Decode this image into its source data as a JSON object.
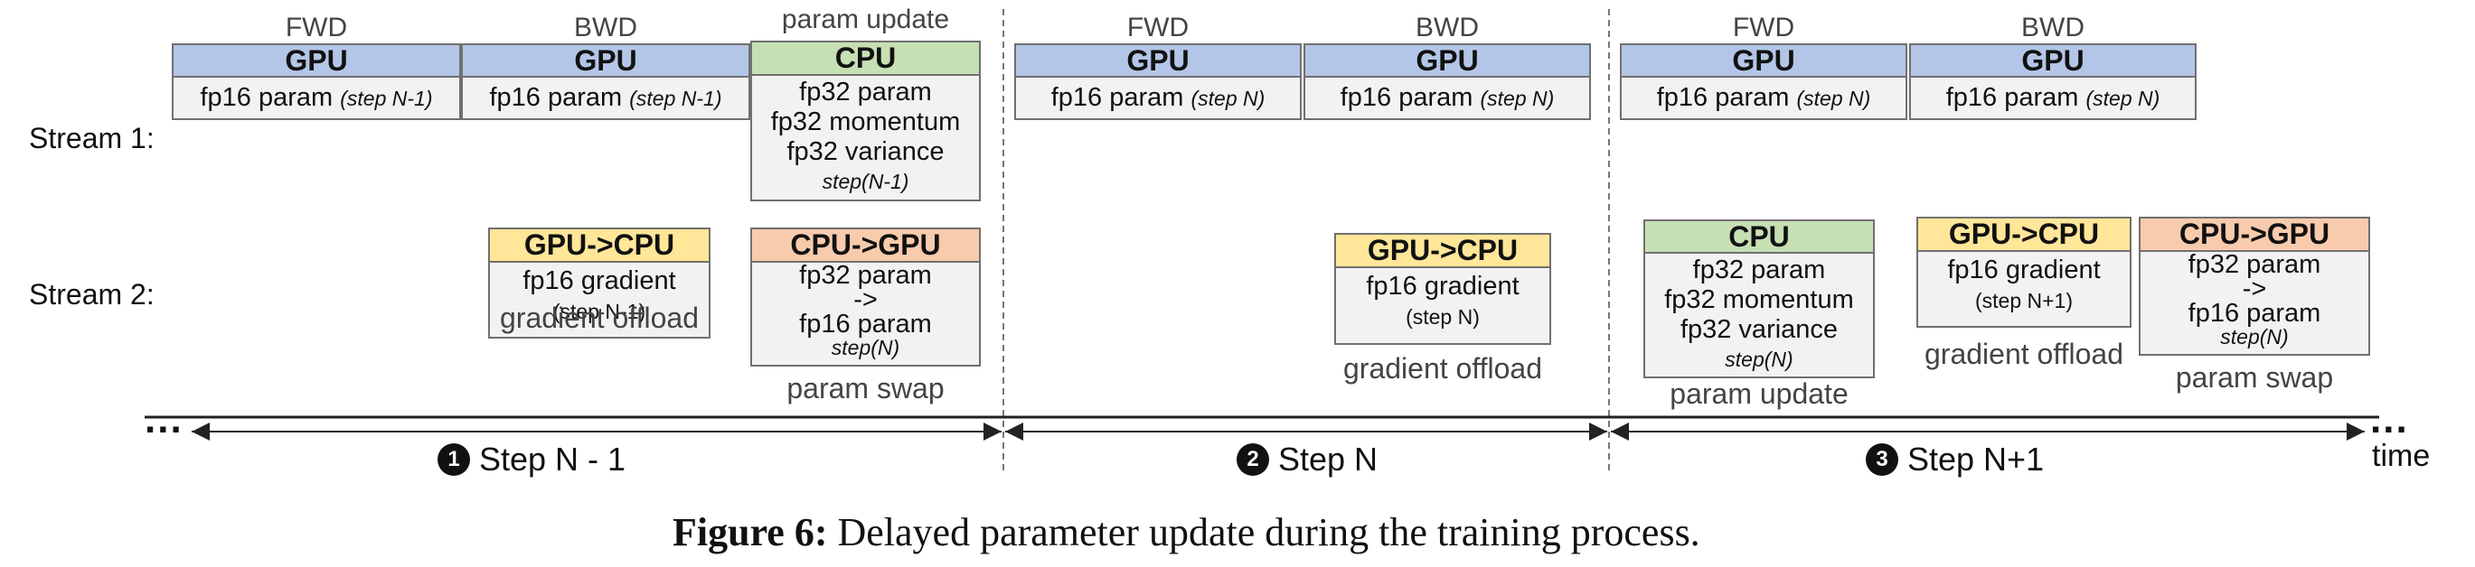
{
  "stream_labels": {
    "s1": "Stream 1:",
    "s2": "Stream 2:"
  },
  "stream1": {
    "a": {
      "phase": "FWD",
      "header": "GPU",
      "line": "fp16 param",
      "step": "(step N-1)"
    },
    "b": {
      "phase": "BWD",
      "header": "GPU",
      "line": "fp16 param",
      "step": "(step N-1)"
    },
    "c": {
      "phase": "param update",
      "header": "CPU",
      "lines": [
        "fp32 param",
        "fp32 momentum",
        "fp32 variance"
      ],
      "step": "step(N-1)"
    },
    "d": {
      "phase": "FWD",
      "header": "GPU",
      "line": "fp16 param",
      "step": "(step N)"
    },
    "e": {
      "phase": "BWD",
      "header": "GPU",
      "line": "fp16 param",
      "step": "(step N)"
    },
    "f": {
      "phase": "FWD",
      "header": "GPU",
      "line": "fp16 param",
      "step": "(step N)"
    },
    "g": {
      "phase": "BWD",
      "header": "GPU",
      "line": "fp16 param",
      "step": "(step N)"
    }
  },
  "stream2": {
    "a": {
      "header": "GPU->CPU",
      "line": "fp16 gradient",
      "step": "(step N-1)",
      "caption": "gradient offload"
    },
    "b": {
      "header": "CPU->GPU",
      "lines": [
        "fp32 param",
        "->",
        "fp16 param"
      ],
      "step": "step(N)",
      "caption": "param swap"
    },
    "c": {
      "header": "GPU->CPU",
      "line": "fp16 gradient",
      "step": "(step N)",
      "caption": "gradient offload"
    },
    "d": {
      "header": "CPU",
      "lines": [
        "fp32 param",
        "fp32 momentum",
        "fp32 variance"
      ],
      "step": "step(N)",
      "caption": "param update"
    },
    "e": {
      "header": "GPU->CPU",
      "line": "fp16 gradient",
      "step": "(step N+1)",
      "caption": "gradient offload"
    },
    "f": {
      "header": "CPU->GPU",
      "lines": [
        "fp32 param",
        "->",
        "fp16 param"
      ],
      "step": "step(N)",
      "caption": "param swap"
    }
  },
  "timeline": {
    "dots_left": "...",
    "dots_right": "...",
    "time_label": "time",
    "steps": [
      {
        "num": "1",
        "label": "Step N - 1"
      },
      {
        "num": "2",
        "label": "Step N"
      },
      {
        "num": "3",
        "label": "Step N+1"
      }
    ]
  },
  "caption": {
    "prefix": "Figure 6:",
    "text": "Delayed parameter update during the training process."
  },
  "colors": {
    "gpu": "#b4c6e7",
    "cpu": "#c6e0b4",
    "gpu_to_cpu": "#ffe699",
    "cpu_to_gpu": "#f8cbad",
    "body": "#f2f2f2"
  }
}
